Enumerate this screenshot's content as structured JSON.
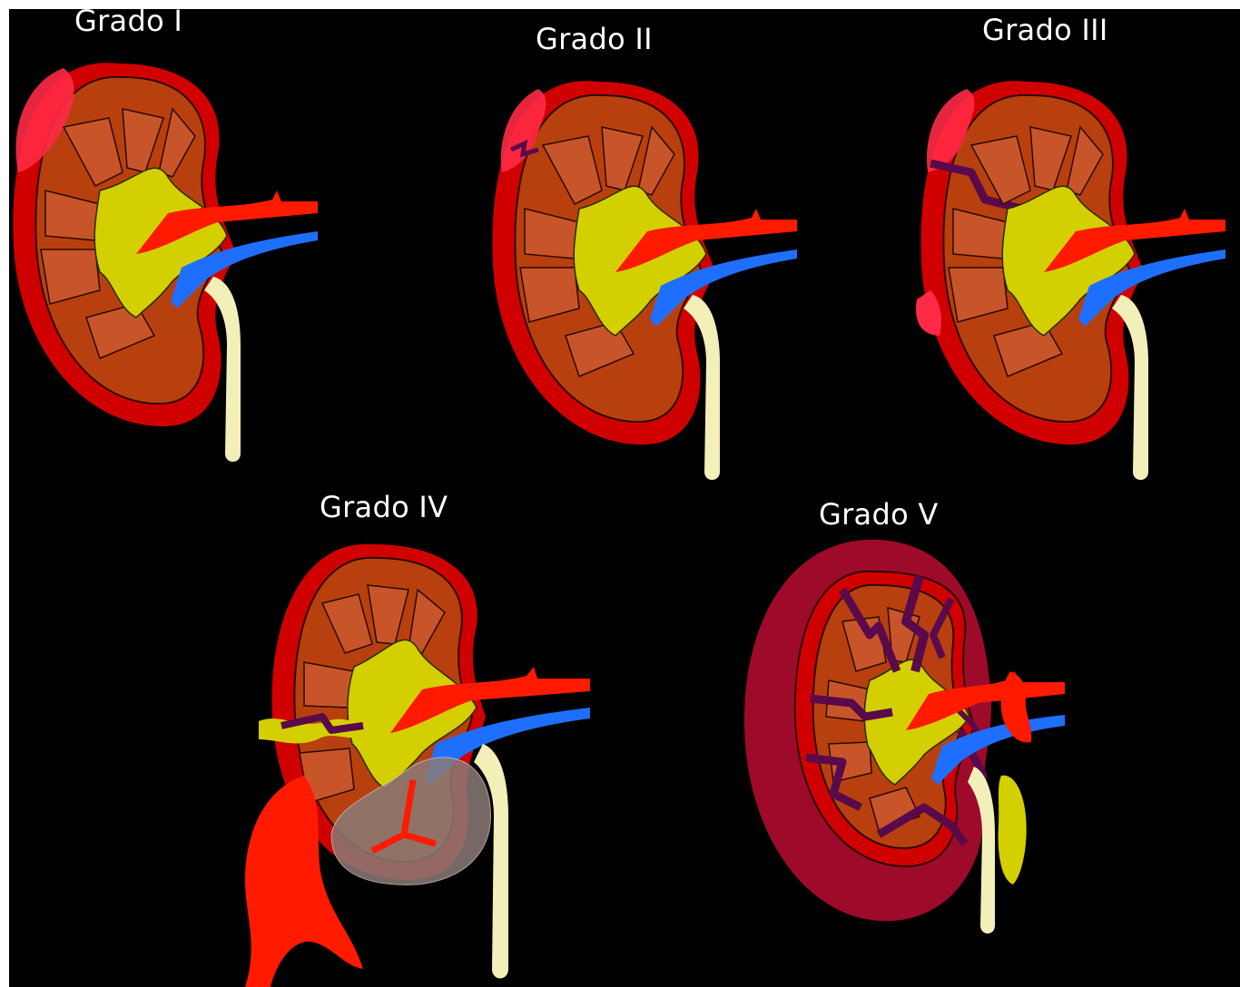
{
  "panels": [
    {
      "title": "Grado I"
    },
    {
      "title": "Grado II"
    },
    {
      "title": "Grado III"
    },
    {
      "title": "Grado IV"
    },
    {
      "title": "Grado V"
    }
  ],
  "colors": {
    "background": "#000000",
    "capsule": "#d10000",
    "cortex": "#b8400e",
    "pyramid": "#c8552a",
    "pelvis": "#d4cf00",
    "artery": "#ff1a00",
    "vein": "#1e6fff",
    "ureter": "#f2efb8",
    "subcapsular_hematoma": "#ff2a45",
    "laceration": "#5a0a4a",
    "perirenal_hematoma": "#9e0a2a"
  }
}
